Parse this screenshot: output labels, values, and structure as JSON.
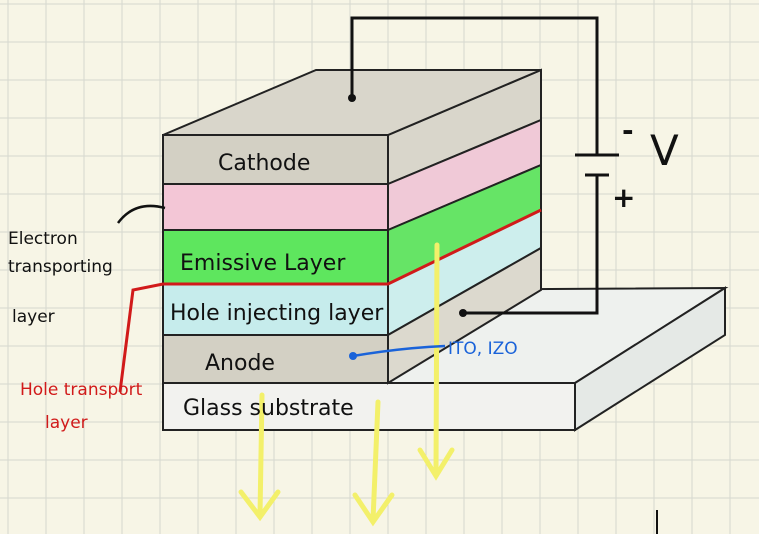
{
  "diagram": {
    "layers": [
      {
        "key": "cathode",
        "label": "Cathode",
        "color": "#d3d0c4"
      },
      {
        "key": "electron",
        "label": "",
        "color": "#f3c6d6"
      },
      {
        "key": "emissive",
        "label": "Emissive Layer",
        "color": "#5ee65e"
      },
      {
        "key": "hole_inject",
        "label": "Hole injecting layer",
        "color": "#c6ecec"
      },
      {
        "key": "anode",
        "label": "Anode",
        "color": "#d3d0c4"
      },
      {
        "key": "glass",
        "label": "Glass substrate",
        "color": "#f1f1ee"
      }
    ],
    "annotations": {
      "electron_line1": "Electron",
      "electron_line2": "transporting",
      "electron_line3": "layer",
      "hole_transport_line1": "Hole transport",
      "hole_transport_line2": "layer",
      "anode_material": "ITO, IZO"
    },
    "circuit": {
      "voltage_label": "V",
      "minus_sign": "-",
      "plus_sign": "+"
    },
    "colors": {
      "red_line": "#d11a1a",
      "blue_note": "#1a63d9",
      "light_arrows": "#f3f06a",
      "grid": "#d6d8cf"
    }
  }
}
